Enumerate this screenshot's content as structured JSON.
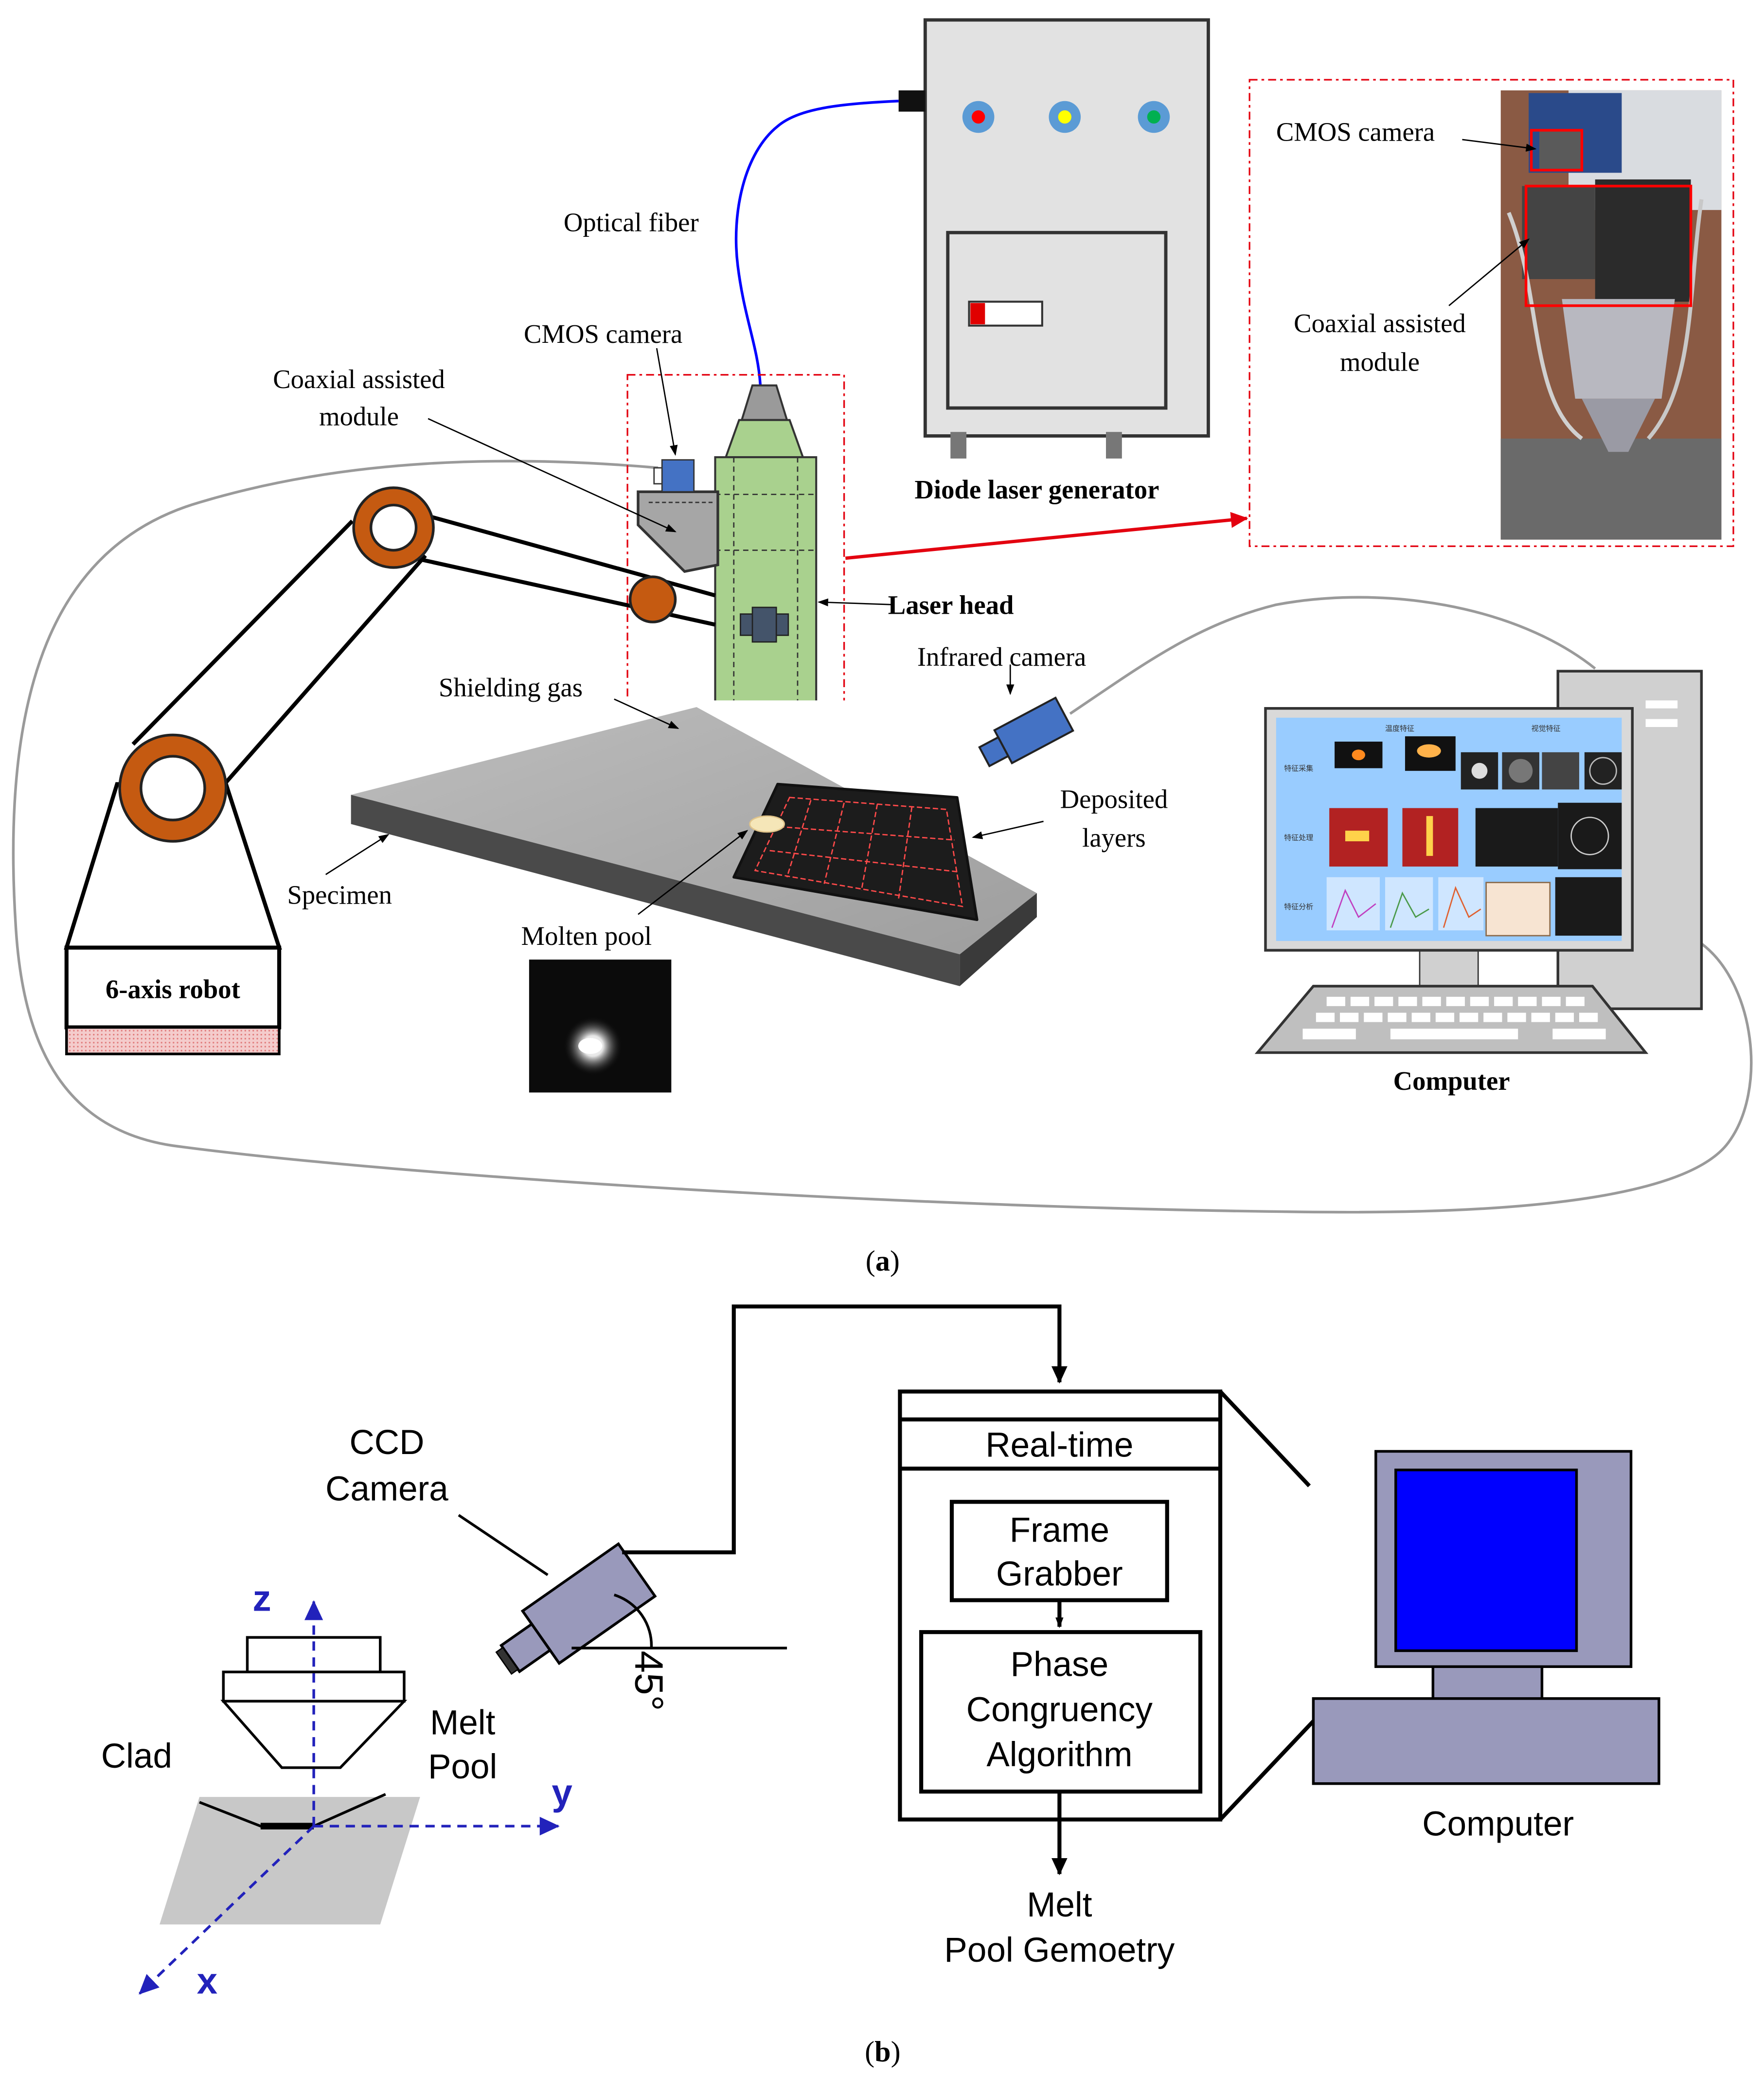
{
  "panel_a": {
    "caption": {
      "open": "(",
      "letter": "a",
      "close": ")"
    },
    "labels": {
      "optical_fiber": "Optical fiber",
      "cmos_camera": "CMOS camera",
      "coaxial_line1": "Coaxial assisted",
      "coaxial_line2": "module",
      "diode_laser": "Diode laser generator",
      "laser_head": "Laser head",
      "infrared_camera": "Infrared camera",
      "shielding_gas": "Shielding gas",
      "deposited_line1": "Deposited",
      "deposited_line2": "layers",
      "specimen": "Specimen",
      "molten_pool": "Molten pool",
      "robot": "6-axis robot",
      "computer": "Computer"
    },
    "photo_inset": {
      "cmos_camera": "CMOS camera",
      "coaxial_line1": "Coaxial assisted",
      "coaxial_line2": "module"
    },
    "screen": {
      "header_left": "温度特征",
      "header_right": "视觉特征",
      "row1": "特征采集",
      "row2": "特征处理",
      "row3": "特征分析"
    },
    "colors": {
      "laser_head": "#a9d18e",
      "nozzle": "#ffc000",
      "robot_joint": "#c55a11",
      "fiber": "#0000ff",
      "link_arrow": "#e3000f",
      "camera_blue": "#4472c4",
      "screen_bg": "#99ccff"
    }
  },
  "panel_b": {
    "caption": {
      "open": "(",
      "letter": "b",
      "close": ")"
    },
    "ccd_line1": "CCD",
    "ccd_line2": "Camera",
    "angle": "45°",
    "axis_z": "z",
    "axis_y": "y",
    "axis_x": "x",
    "clad": "Clad",
    "melt_pool_line1": "Melt",
    "melt_pool_line2": "Pool",
    "real_time": "Real-time",
    "frame_line1": "Frame",
    "frame_line2": "Grabber",
    "phase_line1": "Phase",
    "phase_line2": "Congruency",
    "phase_line3": "Algorithm",
    "output_line1": "Melt",
    "output_line2": "Pool Gemoetry",
    "computer": "Computer",
    "colors": {
      "camera": "#9999bb",
      "monitor_screen": "#0000ff",
      "monitor_body": "#9999bb",
      "axis": "#2222bb"
    }
  }
}
